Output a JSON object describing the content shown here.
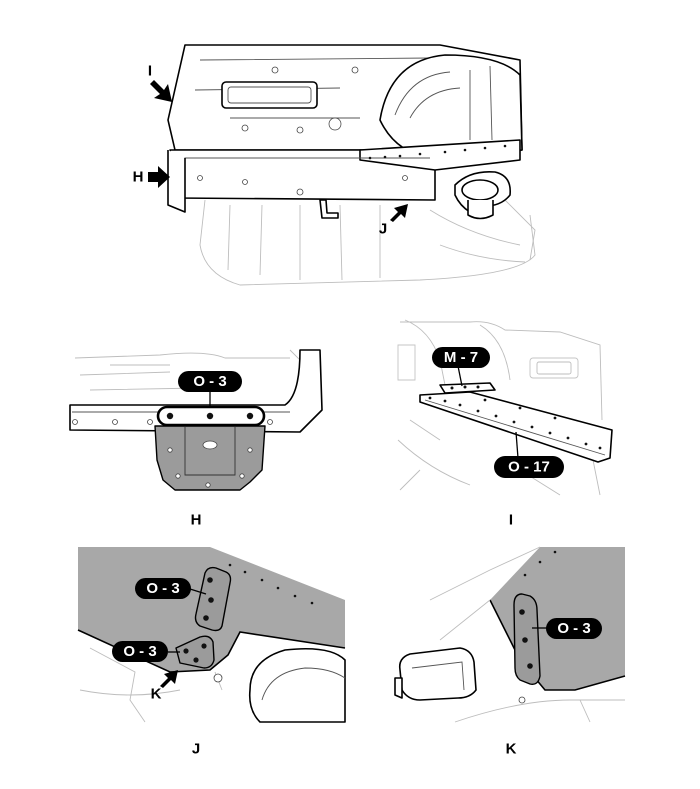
{
  "overview": {
    "callouts": [
      "I",
      "H",
      "J"
    ]
  },
  "views": [
    {
      "id": "H",
      "caption": "H",
      "parts": [
        "O - 3"
      ]
    },
    {
      "id": "I",
      "caption": "I",
      "parts": [
        "M - 7",
        "O - 17"
      ]
    },
    {
      "id": "J",
      "caption": "J",
      "parts": [
        "O - 3",
        "O - 3"
      ],
      "callout": "K"
    },
    {
      "id": "K",
      "caption": "K",
      "parts": [
        "O - 3"
      ]
    }
  ],
  "colors": {
    "line": "#000000",
    "panel_shade": "#9b9b9b",
    "tag_fill": "#000000",
    "tag_text": "#ffffff"
  }
}
